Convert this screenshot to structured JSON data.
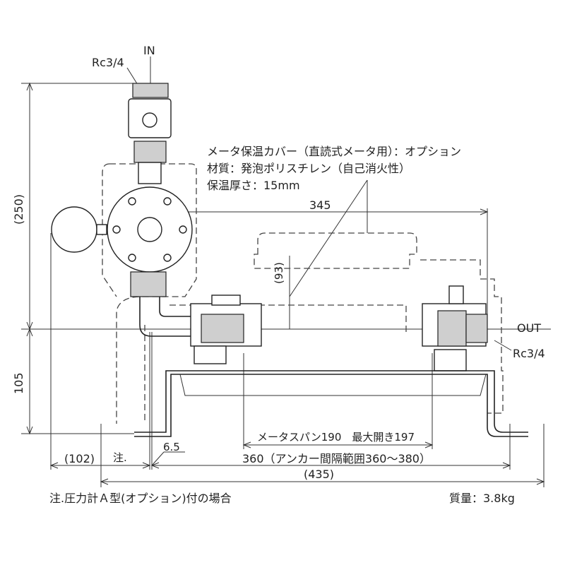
{
  "title": "メータ保温カバー寸法図",
  "labels": {
    "in": "IN",
    "out": "OUT",
    "rc_in": "Rc3/4",
    "rc_out": "Rc3/4"
  },
  "notes": {
    "cover_line1": "メータ保温カバー（直読式メータ用）：オプション",
    "cover_line2": "材質：発泡ポリスチレン（自己消火性）",
    "cover_line3": "保温厚さ：15mm",
    "footnote": "注.圧力計Ａ型(オプション)付の場合",
    "mass": "質量：3.8kg"
  },
  "dimensions": {
    "height_total": "(250)",
    "height_lower": "105",
    "width_345": "345",
    "cover_93": "(93)",
    "left_102": "(102)",
    "note_mark": "注.",
    "offset_6_5": "6.5",
    "meter_span": "メータスパン190　最大開き197",
    "anchor": "360（アンカー間隔範囲360〜380）",
    "overall_435": "(435)"
  }
}
